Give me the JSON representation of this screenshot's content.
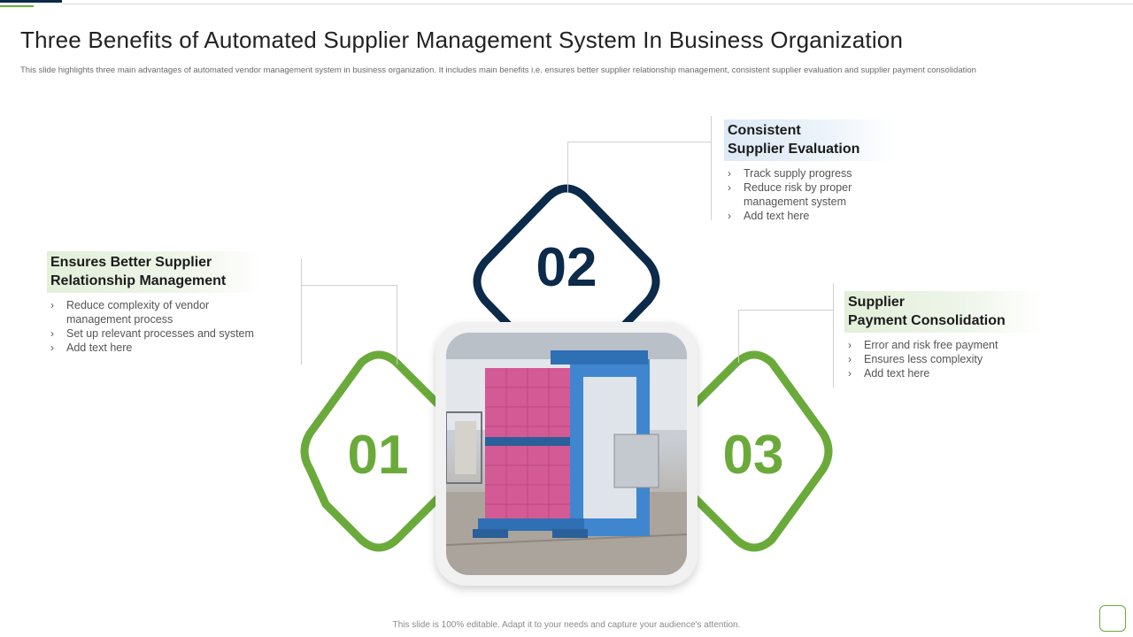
{
  "slide": {
    "title": "Three Benefits of Automated Supplier Management System In Business Organization",
    "subtitle": "This slide highlights three main advantages of automated vendor management system in business organization. It includes main benefits i.e. ensures better supplier relationship management, consistent supplier evaluation and supplier payment consolidation",
    "footer": "This slide is 100% editable. Adapt it to your needs and capture your audience's attention."
  },
  "colors": {
    "green": "#6aaa3a",
    "navy": "#0c2a4a"
  },
  "benefits": [
    {
      "number": "01",
      "title_lines": [
        "Ensures Better Supplier",
        "Relationship Management"
      ],
      "bullets": [
        "Reduce complexity of vendor",
        "management process",
        "Set up relevant processes and system",
        "Add text here"
      ]
    },
    {
      "number": "02",
      "title_lines": [
        "Consistent",
        "Supplier Evaluation"
      ],
      "bullets": [
        "Track supply progress",
        "Reduce risk by proper",
        "management system",
        "Add text here"
      ]
    },
    {
      "number": "03",
      "title_lines": [
        "Supplier",
        "Payment Consolidation"
      ],
      "bullets": [
        "Error and risk free payment",
        "Ensures less complexity",
        "Add text here"
      ]
    }
  ],
  "bullet_icon": "chevron-right-icon",
  "image": {
    "subject": "automated-warehouse-pallet-wrapper-photo"
  }
}
